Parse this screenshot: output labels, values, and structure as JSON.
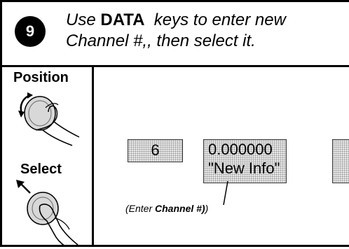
{
  "step": {
    "number": "9"
  },
  "instruction": {
    "line1_pre": "Use ",
    "line1_key": "DATA",
    "line1_post": "  keys to enter new",
    "line2": "Channel #,, then select it."
  },
  "controls": {
    "position_label": "Position",
    "select_label": "Select",
    "position_icon": "knob-rotate-icon",
    "select_icon": "hand-press-icon"
  },
  "display": {
    "channel_box": "6",
    "value_line": "0.000000",
    "info_line": "\"New Info\""
  },
  "caption": {
    "prefix": "(Enter ",
    "bold": "Channel #)",
    "suffix": ")"
  }
}
